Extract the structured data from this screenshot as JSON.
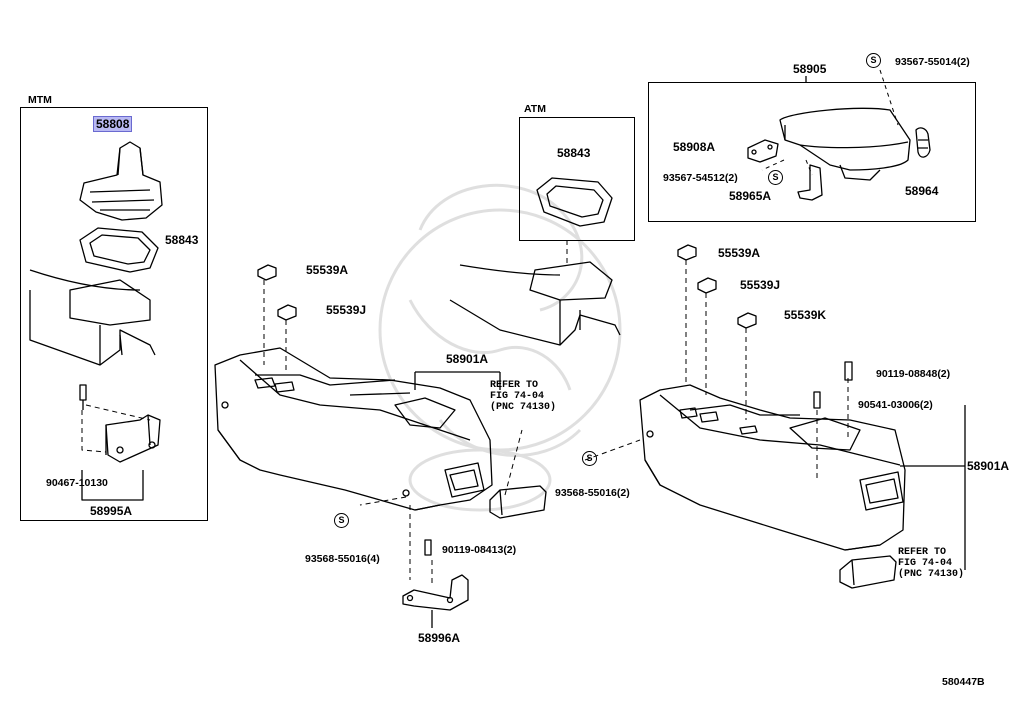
{
  "diagram": {
    "group_labels": {
      "mtm": "MTM",
      "atm": "ATM"
    },
    "figure_code": "580447B",
    "symbol_letter": "S",
    "highlight_color": "#b9b9f3",
    "refer_note": {
      "line1": "REFER TO",
      "line2": "FIG 74-04",
      "line3": "(PNC 74130)"
    },
    "parts": [
      "58808",
      "58843",
      "58843",
      "58995A",
      "90467-10130",
      "55539A",
      "55539J",
      "58901A",
      "93568-55016(4)",
      "90119-08413(2)",
      "58996A",
      "93568-55016(2)",
      "58905",
      "93567-55014(2)",
      "58908A",
      "93567-54512(2)",
      "58965A",
      "58964",
      "55539A",
      "55539J",
      "55539K",
      "90119-08848(2)",
      "90541-03006(2)",
      "58901A"
    ],
    "highlighted_part": "58808"
  }
}
